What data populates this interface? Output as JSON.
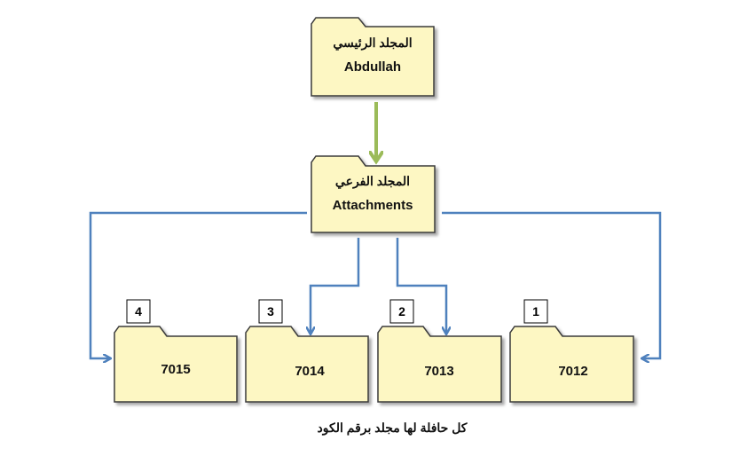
{
  "root_folder": {
    "label_ar": "المجلد الرئيسي",
    "name": "Abdullah"
  },
  "sub_folder": {
    "label_ar": "المجلد الفرعي",
    "name": "Attachments"
  },
  "code_folders": [
    {
      "index": "4",
      "code": "7015"
    },
    {
      "index": "3",
      "code": "7014"
    },
    {
      "index": "2",
      "code": "7013"
    },
    {
      "index": "1",
      "code": "7012"
    }
  ],
  "caption": "كل حافلة لها مجلد برقم الكود",
  "colors": {
    "folder_fill": "#fdf7c3",
    "folder_border": "#3a3a3a",
    "down_arrow": "#9bbb59",
    "branch_arrows": "#4f81bd"
  }
}
